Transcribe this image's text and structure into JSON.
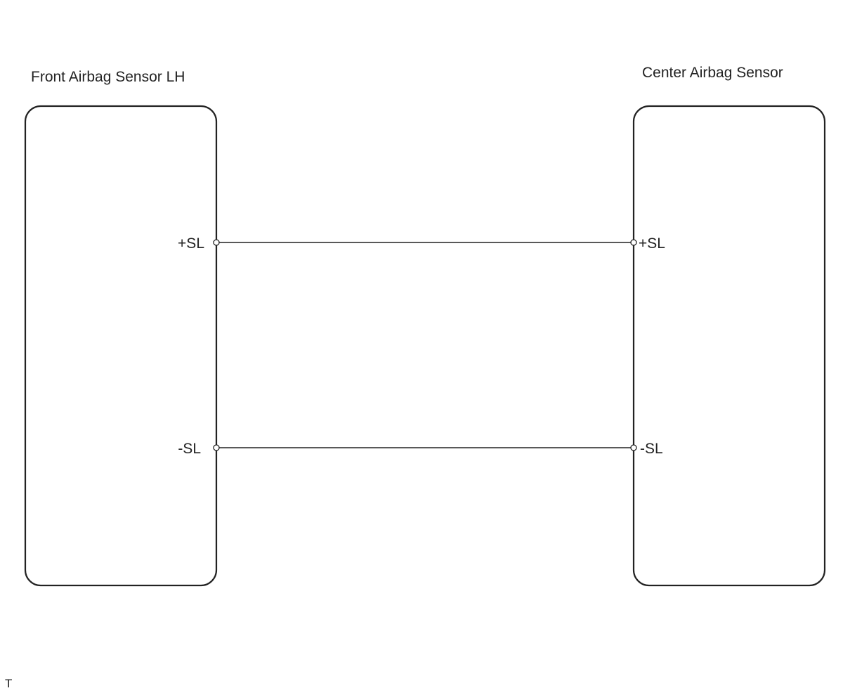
{
  "components": {
    "left": {
      "title": "Front Airbag Sensor LH"
    },
    "right": {
      "title": "Center Airbag Sensor"
    }
  },
  "pins": {
    "left_plus": "+SL",
    "left_minus": "-SL",
    "right_plus": "+SL",
    "right_minus": "-SL"
  },
  "corner_mark": "T",
  "colors": {
    "line": "#222222",
    "background": "#ffffff"
  }
}
